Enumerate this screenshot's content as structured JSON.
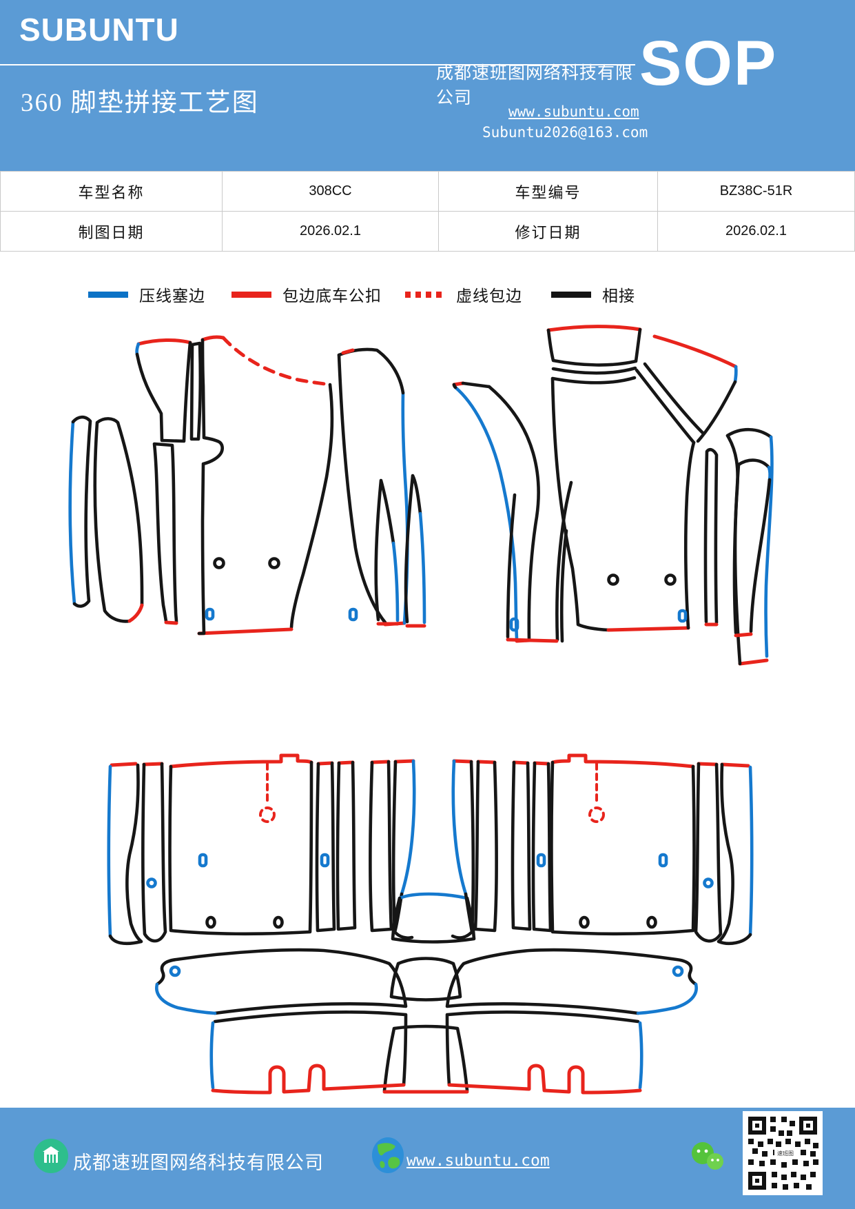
{
  "header": {
    "brand": "SUBUNTU",
    "title": "360 脚垫拼接工艺图",
    "company": "成都速班图网络科技有限公司",
    "sop": "SOP",
    "website": "www.subuntu.com",
    "email": "Subuntu2026@163.com"
  },
  "table": {
    "rows": [
      [
        "车型名称",
        "308CC",
        "车型编号",
        "BZ38C-51R"
      ],
      [
        "制图日期",
        "2026.02.1",
        "修订日期",
        "2026.02.1"
      ]
    ]
  },
  "legend": {
    "items": [
      {
        "label": "压线塞边",
        "color": "#0C72C6",
        "style": "solid"
      },
      {
        "label": "包边底车公扣",
        "color": "#E8241C",
        "style": "solid"
      },
      {
        "label": "虚线包边",
        "color": "#E8241C",
        "style": "dashed"
      },
      {
        "label": "相接",
        "color": "#141414",
        "style": "solid"
      }
    ]
  },
  "diagram_colors": {
    "press_line_blue": "#1579CE",
    "bind_edge_red": "#E8241C",
    "join_black": "#161616"
  },
  "footer": {
    "company": "成都速班图网络科技有限公司",
    "website": "www.subuntu.com"
  }
}
